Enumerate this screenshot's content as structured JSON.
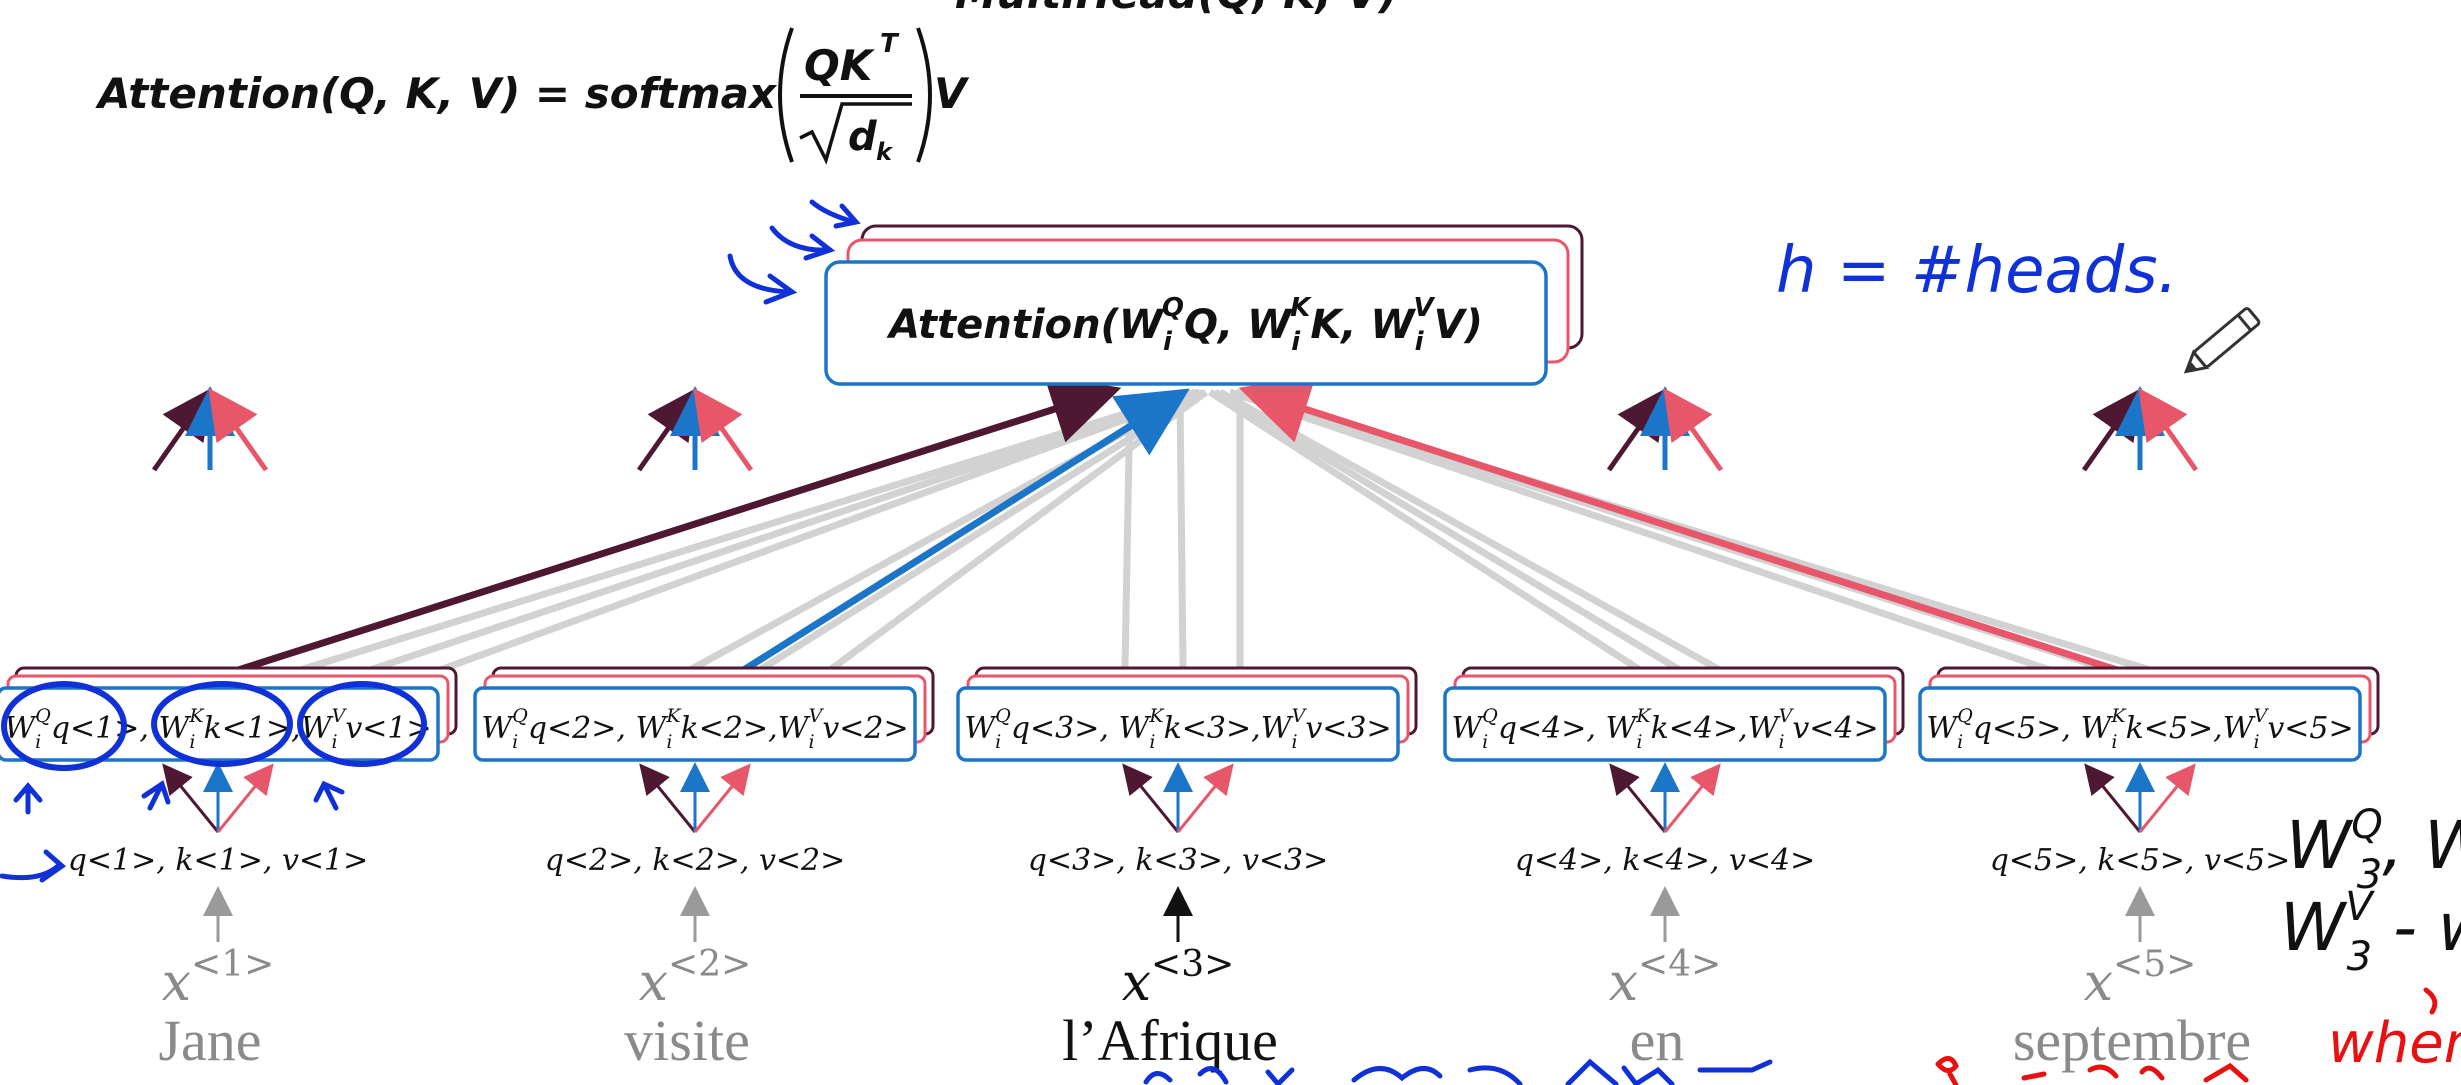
{
  "formula_top_cut": "MultiHead(Q, K, V)",
  "formula": {
    "lhs": "Attention(Q, K, V) = softmax",
    "numerator": "QK",
    "numerator_sup": "T",
    "denom_d": "d",
    "denom_sub": "k",
    "tail": "V"
  },
  "head_box": {
    "pre": "Attention(W",
    "q_sup": "Q",
    "q_sub": "i",
    "q_arg": "Q, W",
    "k_sup": "K",
    "k_sub": "i",
    "k_arg": "K, W",
    "v_sup": "V",
    "v_sub": "i",
    "v_arg": "V)"
  },
  "annotation_heads": "h =  #heads.",
  "tokens": [
    {
      "word": "Jane",
      "x": "x",
      "idx": "<1>",
      "qkv": "q<1>, k<1>, v<1>",
      "box": {
        "a": "q<1>",
        "b": "k<1>",
        "c": "v<1>"
      }
    },
    {
      "word": "visite",
      "x": "x",
      "idx": "<2>",
      "qkv": "q<2>, k<2>, v<2>",
      "box": {
        "a": "q<2>",
        "b": "k<2>",
        "c": "v<2>"
      }
    },
    {
      "word": "l’Afrique",
      "x": "x",
      "idx": "<3>",
      "qkv": "q<3>, k<3>, v<3>",
      "box": {
        "a": "q<3>",
        "b": "k<3>",
        "c": "v<3>"
      }
    },
    {
      "word": "en",
      "x": "x",
      "idx": "<4>",
      "qkv": "q<4>, k<4>, v<4>",
      "box": {
        "a": "q<4>",
        "b": "k<4>",
        "c": "v<4>"
      }
    },
    {
      "word": "septembre",
      "x": "x",
      "idx": "<5>",
      "qkv": "q<5>, k<5>, v<5>",
      "box": {
        "a": "q<5>",
        "b": "k<5>",
        "c": "v<5>"
      }
    }
  ],
  "weight": {
    "w": "W",
    "i": "i",
    "Q": "Q",
    "K": "K",
    "V": "V"
  },
  "right_margin": {
    "line1": "W",
    "line1_sup": "Q",
    "line1_sub": "3",
    "line1_tail": ", W",
    "line2": "W",
    "line2_sup": "V",
    "line2_sub": "3",
    "line2_tail": " - wh"
  },
  "bottom_scribble_red": "when",
  "colors": {
    "blue_box": "#1b76c9",
    "maroon": "#4e1833",
    "red": "#e8566a",
    "gray_line": "#d2d2d2",
    "ink_blue": "#1131d8",
    "ink_red": "#e81010"
  }
}
